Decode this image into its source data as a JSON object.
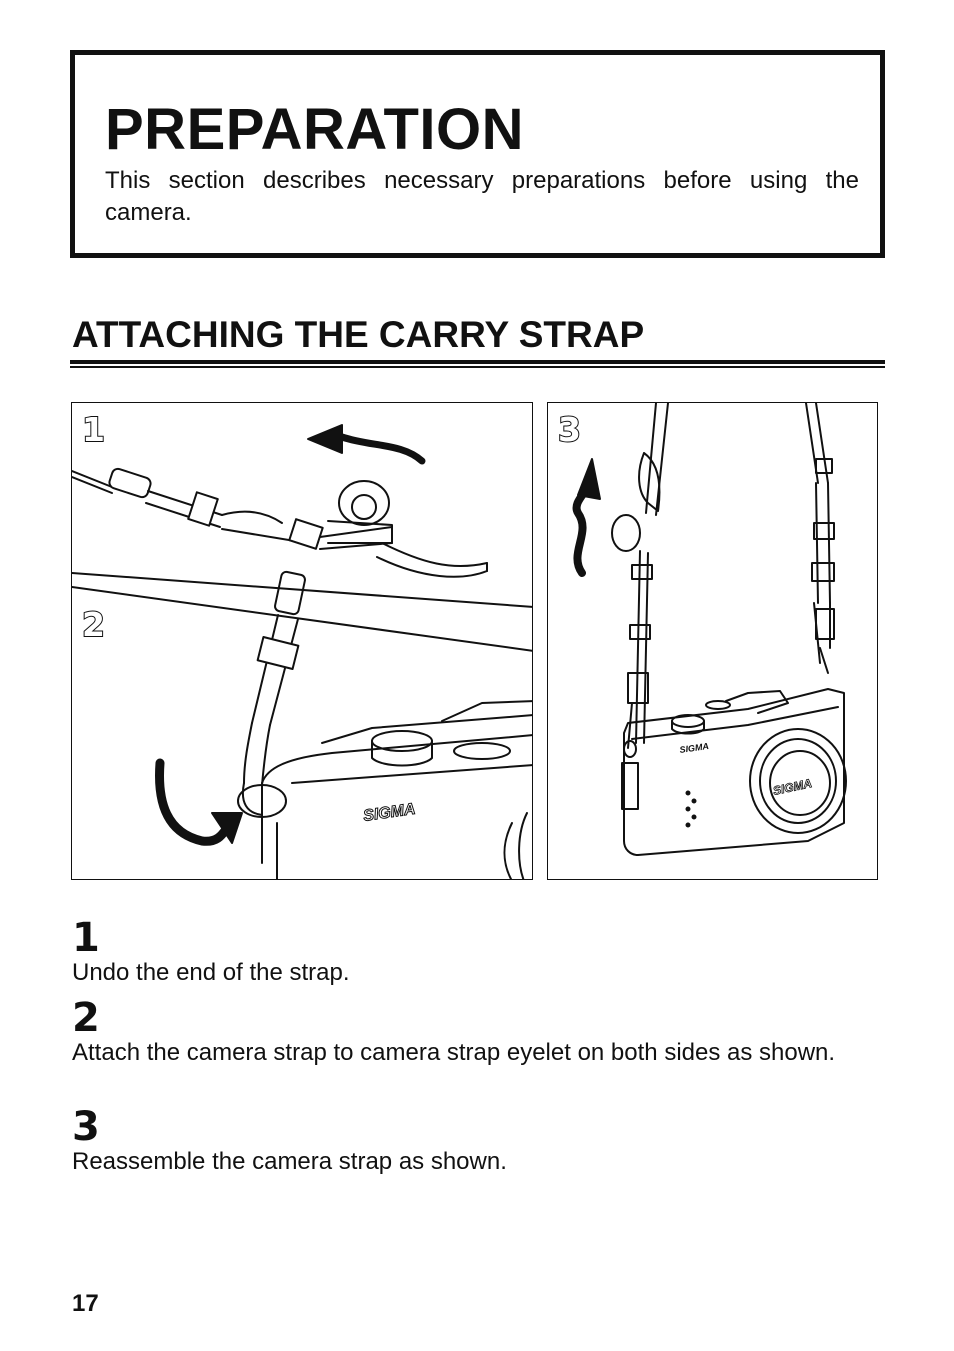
{
  "intro": {
    "title": "PREPARATION",
    "text": "This section describes necessary preparations before using the camera."
  },
  "section": {
    "title": "ATTACHING THE CARRY STRAP"
  },
  "figures": {
    "panel_1_label": "1",
    "panel_2_label": "2",
    "panel_3_label": "3",
    "camera_brand_label": "SIGMA"
  },
  "steps": [
    {
      "number": "1",
      "text": "Undo the end of the strap."
    },
    {
      "number": "2",
      "text": "Attach the camera strap to camera strap eyelet on both sides as shown."
    },
    {
      "number": "3",
      "text": "Reassemble the camera strap as shown."
    }
  ],
  "page_number": "17"
}
